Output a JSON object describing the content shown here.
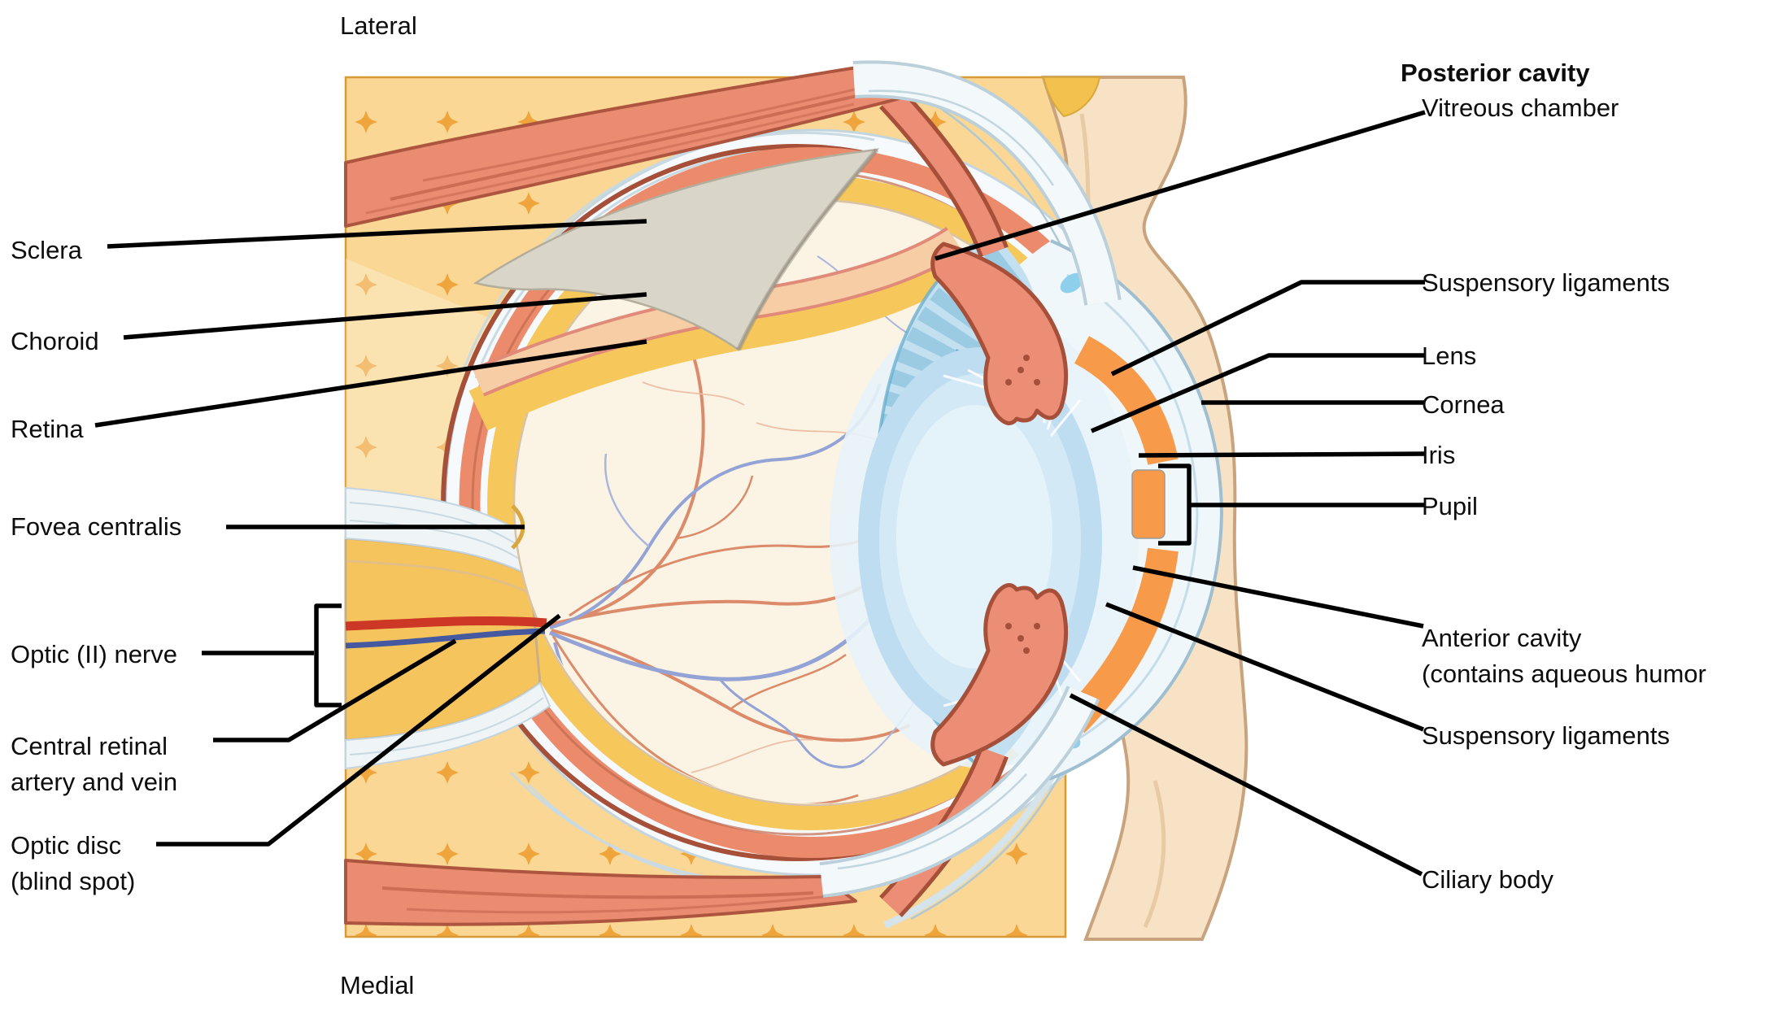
{
  "figure": {
    "orientation_top": "Lateral",
    "orientation_bottom": "Medial",
    "heading": "Posterior cavity"
  },
  "labels": {
    "lateral": "Lateral",
    "medial": "Medial",
    "sclera": "Sclera",
    "choroid": "Choroid",
    "retina": "Retina",
    "fovea": "Fovea centralis",
    "optic_nerve": "Optic (II) nerve",
    "central_retinal_1": "Central retinal",
    "central_retinal_2": "artery and vein",
    "optic_disc_1": "Optic disc",
    "optic_disc_2": "(blind spot)",
    "posterior_cavity": "Posterior cavity",
    "vitreous_chamber": "Vitreous chamber",
    "suspensory_top": "Suspensory ligaments",
    "lens": "Lens",
    "cornea": "Cornea",
    "iris": "Iris",
    "pupil": "Pupil",
    "anterior_cavity_1": "Anterior cavity",
    "anterior_cavity_2": "(contains aqueous humor",
    "suspensory_bottom": "Suspensory ligaments",
    "ciliary_body": "Ciliary body"
  },
  "colors": {
    "background": "#FFFFFF",
    "orbital_fat_base": "#F5BE62",
    "orbital_fat_lobule": "#FAD794",
    "orbital_fat_star": "#EFA43C",
    "muscle_salmon": "#E98C72",
    "muscle_outline": "#AE5540",
    "tendon_white": "#F3F8FA",
    "sclera_white": "#F7FAFC",
    "sclera_fiber": "#C3D5DF",
    "choroid_salmon": "#EC8A6C",
    "choroid_dark_edge": "#A6503A",
    "retina_yellow": "#F6C85C",
    "vitreous_cream": "#FBF3E4",
    "vessel_red": "#DB8A6A",
    "vessel_blue": "#94A3D5",
    "artery_red": "#CC3726",
    "vein_blue": "#44599F",
    "ciliary_fringe_blue": "#A9D3E8",
    "ciliary_fringe_dark": "#4E9EC6",
    "lens_blue": "#BFDDF0",
    "iris_orange": "#F79A4A",
    "cornea_line": "#9FBFD1",
    "skin_peach": "#F7E2C5",
    "skin_outline": "#C9A37D",
    "cut_flap_gray": "#D9D5C8",
    "cut_peach": "#F6CDA4",
    "label_text": "#0D0D0D",
    "leader_line": "#000000"
  }
}
